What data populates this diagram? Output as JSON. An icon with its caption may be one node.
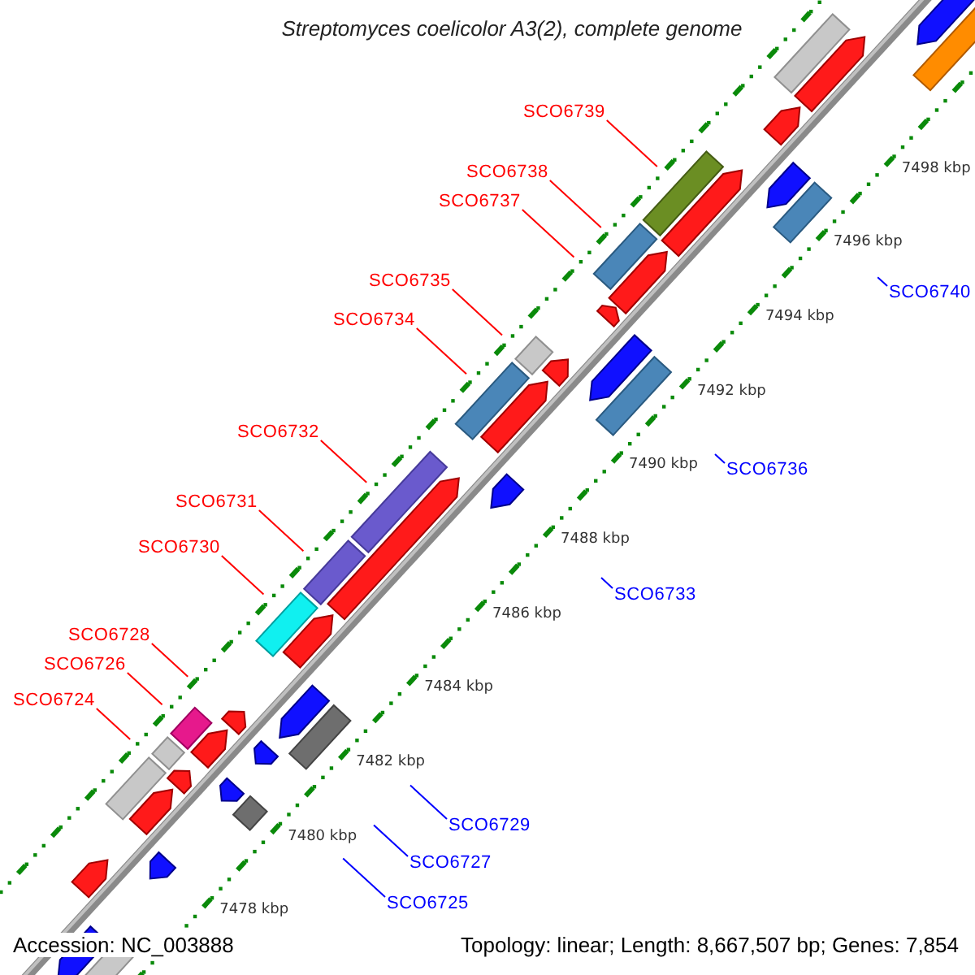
{
  "diagram": {
    "title": "Streptomyces coelicolor A3(2), complete genome",
    "nodes": [
      {
        "text": [
          "SCO6739"
        ]
      },
      {
        "text": [
          "SCO6738"
        ]
      },
      {
        "text": [
          "SCO6737"
        ]
      },
      {
        "text": [
          "SCO6735"
        ]
      },
      {
        "text": [
          "SCO6734"
        ]
      },
      {
        "text": [
          "SCO6732"
        ]
      },
      {
        "text": [
          "SCO6731"
        ]
      },
      {
        "text": [
          "SCO6730"
        ]
      },
      {
        "text": [
          "SCO6728"
        ]
      },
      {
        "text": [
          "SCO6726"
        ]
      },
      {
        "text": [
          "SCO6724"
        ]
      },
      {
        "text": [
          "SCO6740"
        ]
      },
      {
        "text": [
          "SCO6736"
        ]
      },
      {
        "text": [
          "SCO6733"
        ]
      },
      {
        "text": [
          "SCO6729"
        ]
      },
      {
        "text": [
          "SCO6727"
        ]
      },
      {
        "text": [
          "SCO6725"
        ]
      }
    ],
    "edges": [
      {
        "from": 0,
        "to": null,
        "arrow": "none"
      },
      {
        "from": 1,
        "to": null,
        "arrow": "none"
      },
      {
        "from": 2,
        "to": null,
        "arrow": "none"
      },
      {
        "from": 3,
        "to": null,
        "arrow": "none"
      },
      {
        "from": 4,
        "to": null,
        "arrow": "none"
      },
      {
        "from": 5,
        "to": null,
        "arrow": "none"
      },
      {
        "from": 6,
        "to": null,
        "arrow": "none"
      },
      {
        "from": 7,
        "to": null,
        "arrow": "none"
      },
      {
        "from": 8,
        "to": null,
        "arrow": "none"
      },
      {
        "from": 9,
        "to": null,
        "arrow": "none"
      },
      {
        "from": 10,
        "to": null,
        "arrow": "none"
      },
      {
        "from": 11,
        "to": null,
        "arrow": "none",
        "color": "#0000ff"
      },
      {
        "from": 12,
        "to": null,
        "arrow": "none",
        "color": "#0000ff"
      },
      {
        "from": 13,
        "to": null,
        "arrow": "none",
        "color": "#0000ff"
      },
      {
        "from": 14,
        "to": null,
        "arrow": "none",
        "color": "#0000ff"
      },
      {
        "from": 15,
        "to": null,
        "arrow": "none",
        "color": "#0000ff"
      },
      {
        "from": 16,
        "to": null,
        "arrow": "none",
        "color": "#0000ff"
      }
    ],
    "labels": [
      "7498 kbp",
      "7496 kbp",
      "7494 kbp",
      "7492 kbp",
      "7490 kbp",
      "7488 kbp",
      "7486 kbp",
      "7484 kbp",
      "7482 kbp",
      "7480 kbp",
      "7478 kbp",
      "Accession: NC_003888",
      "Topology: linear; Length: 8,667,507 bp; Genes: 7,854"
    ]
  }
}
